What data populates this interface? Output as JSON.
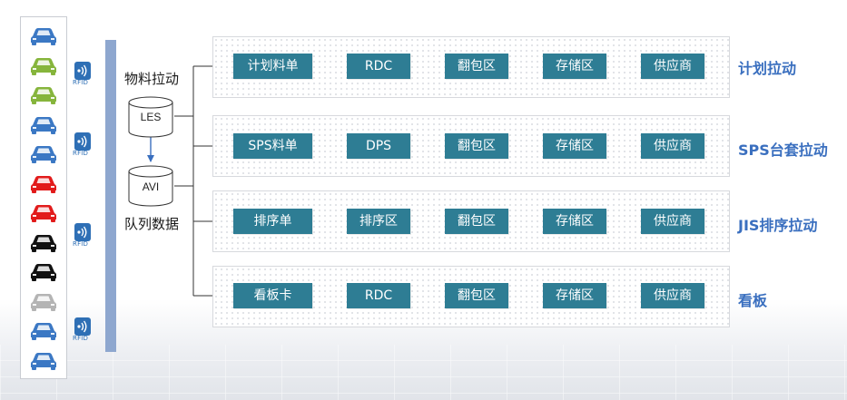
{
  "left_labels": {
    "material_pull": "物料拉动",
    "queue_data": "队列数据"
  },
  "databases": {
    "les": "LES",
    "avi": "AVI"
  },
  "rfid_label": "RFID",
  "car_colors": [
    "#3b78c4",
    "#86b53c",
    "#86b53c",
    "#3b78c4",
    "#3b78c4",
    "#e21b1b",
    "#e21b1b",
    "#111111",
    "#111111",
    "#b4b4b4",
    "#3b78c4",
    "#3b78c4"
  ],
  "rows": [
    {
      "title": "计划拉动",
      "nodes": [
        "计划料单",
        "RDC",
        "翻包区",
        "存储区",
        "供应商"
      ]
    },
    {
      "title": "SPS台套拉动",
      "nodes": [
        "SPS料单",
        "DPS",
        "翻包区",
        "存储区",
        "供应商"
      ]
    },
    {
      "title": "JIS排序拉动",
      "nodes": [
        "排序单",
        "排序区",
        "翻包区",
        "存储区",
        "供应商"
      ]
    },
    {
      "title": "看板",
      "nodes": [
        "看板卡",
        "RDC",
        "翻包区",
        "存储区",
        "供应商"
      ]
    }
  ],
  "colors": {
    "node": "#2e7d94",
    "title": "#3a6fbf",
    "bus": "#8ea7cf",
    "rfid": "#2e6fb5"
  }
}
